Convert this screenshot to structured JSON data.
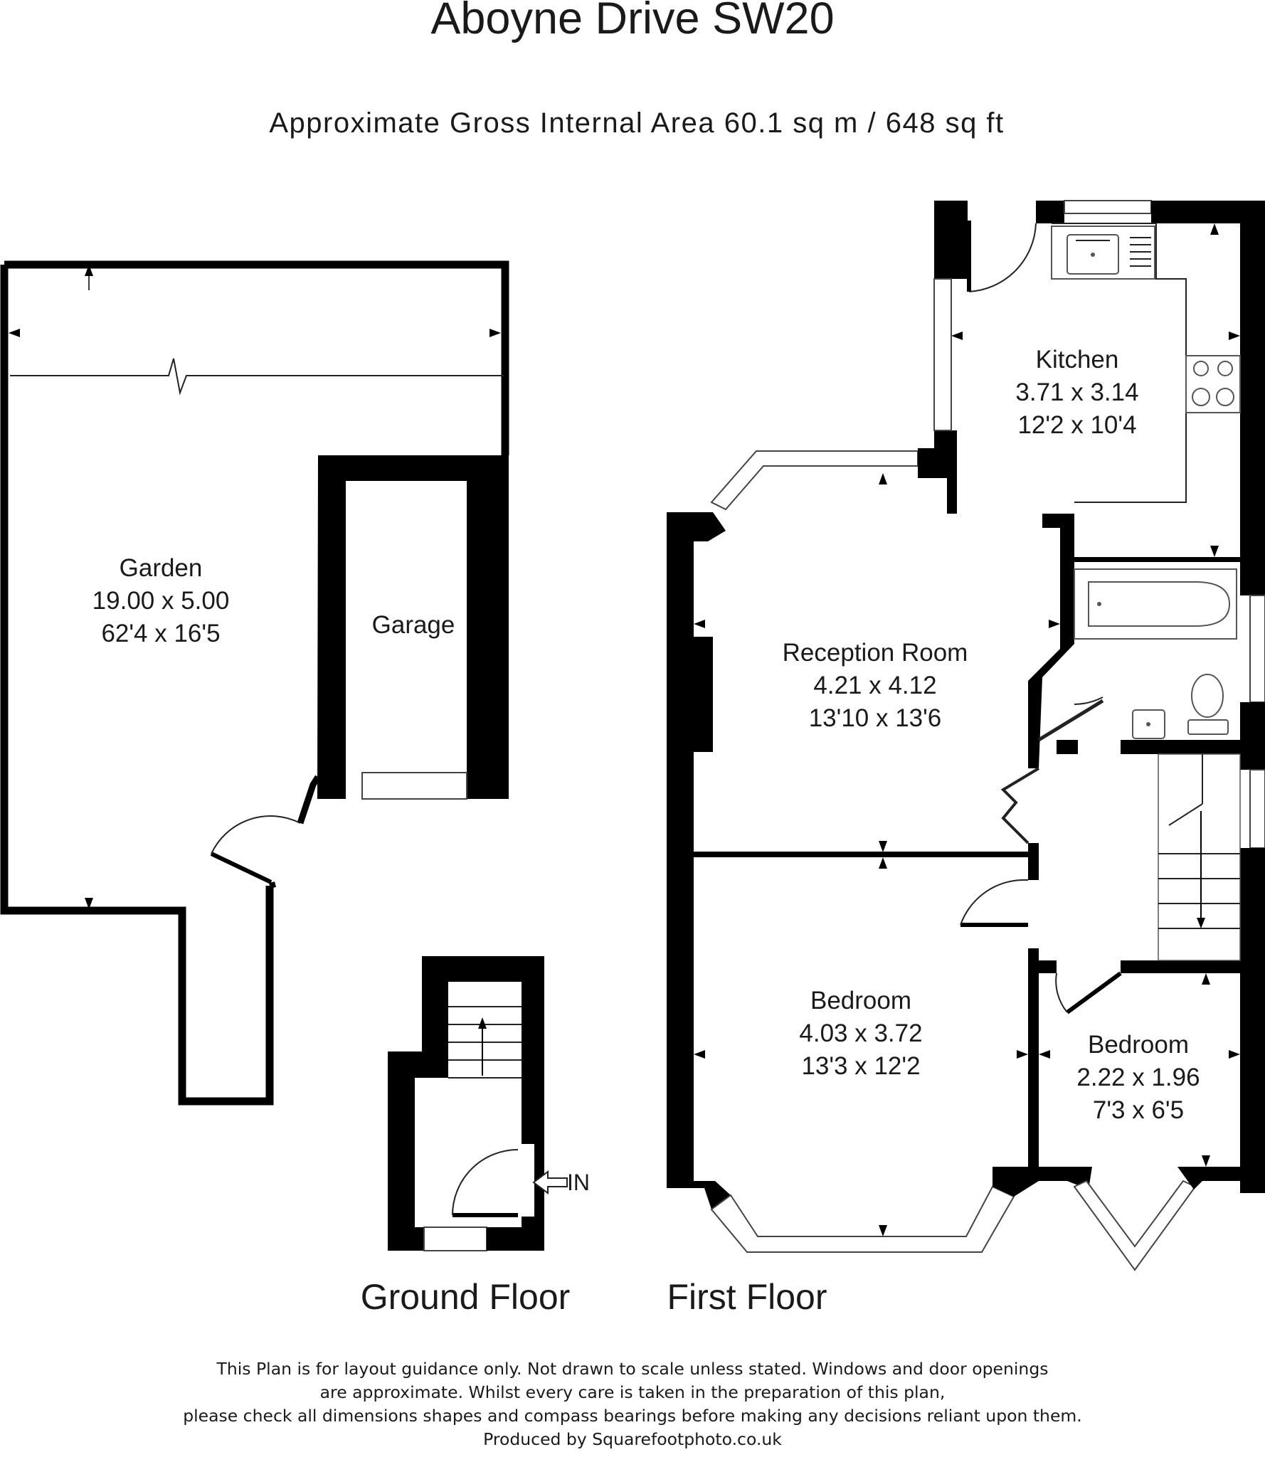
{
  "title": "Aboyne Drive SW20",
  "area": "Approximate Gross Internal Area  60.1 sq m / 648 sq ft",
  "rooms": {
    "garden": {
      "name": "Garden",
      "metric": "19.00 x 5.00",
      "imperial": "62'4 x 16'5"
    },
    "garage": {
      "name": "Garage"
    },
    "kitchen": {
      "name": "Kitchen",
      "metric": "3.71 x 3.14",
      "imperial": "12'2 x 10'4"
    },
    "reception": {
      "name": "Reception Room",
      "metric": "4.21 x 4.12",
      "imperial": "13'10 x 13'6"
    },
    "bedroom1": {
      "name": "Bedroom",
      "metric": "4.03 x 3.72",
      "imperial": "13'3 x 12'2"
    },
    "bedroom2": {
      "name": "Bedroom",
      "metric": "2.22 x 1.96",
      "imperial": "7'3 x 6'5"
    }
  },
  "entrance_label": "IN",
  "floors": {
    "ground": "Ground Floor",
    "first": "First Floor"
  },
  "disclaimer": {
    "line1": "This Plan is for layout guidance only. Not drawn to scale unless stated. Windows and door openings",
    "line2": "are approximate. Whilst every care is taken in the preparation of this plan,",
    "line3": "please check all dimensions shapes and compass bearings before making any decisions reliant upon them.",
    "line4": "Produced by Squarefootphoto.co.uk"
  }
}
